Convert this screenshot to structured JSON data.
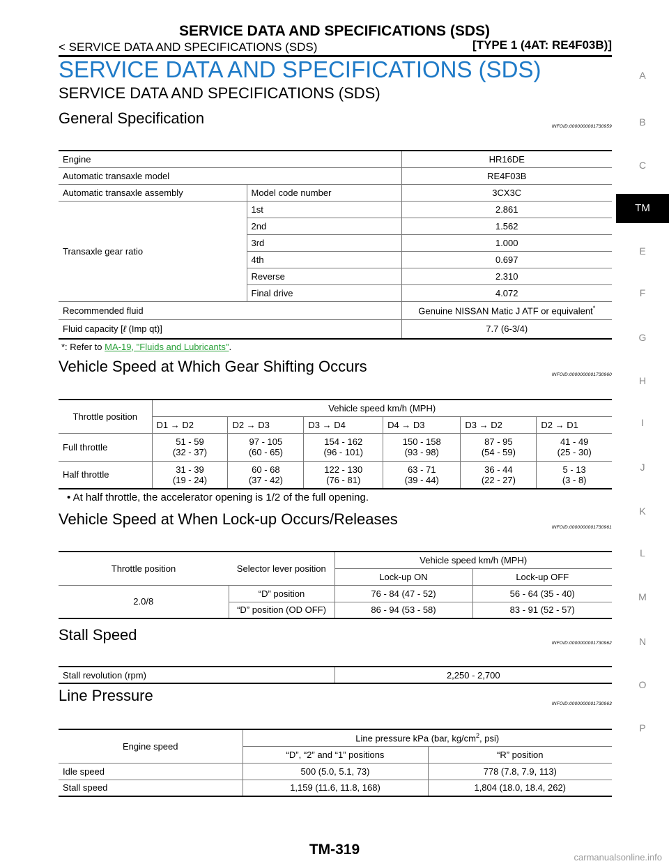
{
  "header": {
    "title": "SERVICE DATA AND SPECIFICATIONS (SDS)",
    "breadcrumb": "< SERVICE DATA AND SPECIFICATIONS (SDS)",
    "type_label": "[TYPE 1 (4AT: RE4F03B)]"
  },
  "page_heading": "SERVICE DATA AND SPECIFICATIONS (SDS)",
  "sub_heading": "SERVICE DATA AND SPECIFICATIONS (SDS)",
  "side_tabs": [
    "A",
    "B",
    "C",
    "TM",
    "E",
    "F",
    "G",
    "H",
    "I",
    "J",
    "K",
    "L",
    "M",
    "N",
    "O",
    "P"
  ],
  "active_tab": "TM",
  "general": {
    "title": "General Specification",
    "infoid": "INFOID:0000000001730959",
    "rows": {
      "engine_label": "Engine",
      "engine": "HR16DE",
      "model_label": "Automatic transaxle model",
      "model": "RE4F03B",
      "assembly_label": "Automatic transaxle assembly",
      "code_label": "Model code number",
      "code": "3CX3C",
      "ratio_label": "Transaxle gear ratio",
      "gears": [
        {
          "gear": "1st",
          "ratio": "2.861"
        },
        {
          "gear": "2nd",
          "ratio": "1.562"
        },
        {
          "gear": "3rd",
          "ratio": "1.000"
        },
        {
          "gear": "4th",
          "ratio": "0.697"
        },
        {
          "gear": "Reverse",
          "ratio": "2.310"
        },
        {
          "gear": "Final drive",
          "ratio": "4.072"
        }
      ],
      "fluid_label": "Recommended fluid",
      "fluid": "Genuine NISSAN Matic J ATF or equivalent",
      "fluid_mark": "*",
      "capacity_label_a": "Fluid capacity [",
      "capacity_unit_symbol": "ℓ",
      "capacity_label_b": " (Imp qt)]",
      "capacity": "7.7 (6-3/4)"
    },
    "note_prefix": "*: Refer to ",
    "note_link": "MA-19, \"Fluids and Lubricants\"",
    "note_suffix": "."
  },
  "shift": {
    "title": "Vehicle Speed at Which Gear Shifting Occurs",
    "infoid": "INFOID:0000000001730960",
    "throttle_header": "Throttle position",
    "speed_header": "Vehicle speed km/h (MPH)",
    "columns": [
      "D1 → D2",
      "D2 → D3",
      "D3 → D4",
      "D4 → D3",
      "D3 → D2",
      "D2 → D1"
    ],
    "rows": [
      {
        "label": "Full throttle",
        "cells": [
          "51 - 59\n(32 - 37)",
          "97 - 105\n(60 - 65)",
          "154 - 162\n(96 - 101)",
          "150 - 158\n(93 - 98)",
          "87 - 95\n(54 - 59)",
          "41 - 49\n(25 - 30)"
        ]
      },
      {
        "label": "Half throttle",
        "cells": [
          "31 - 39\n(19 - 24)",
          "60 - 68\n(37 - 42)",
          "122 - 130\n(76 - 81)",
          "63 - 71\n(39 - 44)",
          "36 - 44\n(22 - 27)",
          "5 - 13\n(3 - 8)"
        ]
      }
    ],
    "bullet": "At half throttle, the accelerator opening is 1/2 of the full opening."
  },
  "lockup": {
    "title": "Vehicle Speed at When Lock-up Occurs/Releases",
    "infoid": "INFOID:0000000001730961",
    "throttle_header": "Throttle position",
    "selector_header": "Selector lever position",
    "speed_header": "Vehicle speed km/h (MPH)",
    "on_header": "Lock-up ON",
    "off_header": "Lock-up OFF",
    "throttle_value": "2.0/8",
    "rows": [
      {
        "selector": "“D” position",
        "on": "76 - 84 (47 - 52)",
        "off": "56 - 64 (35 - 40)"
      },
      {
        "selector": "“D” position (OD OFF)",
        "on": "86 - 94 (53 - 58)",
        "off": "83 - 91 (52 - 57)"
      }
    ]
  },
  "stall": {
    "title": "Stall Speed",
    "infoid": "INFOID:0000000001730962",
    "label": "Stall revolution (rpm)",
    "value": "2,250 - 2,700"
  },
  "line": {
    "title": "Line Pressure",
    "infoid": "INFOID:0000000001730963",
    "engine_header": "Engine speed",
    "pressure_header_a": "Line pressure kPa (bar, kg/cm",
    "pressure_header_sup": "2",
    "pressure_header_b": ", psi)",
    "d21_header": "“D”, “2” and “1” positions",
    "r_header": "“R” position",
    "rows": [
      {
        "label": "Idle speed",
        "d21": "500 (5.0, 5.1, 73)",
        "r": "778 (7.8, 7.9, 113)"
      },
      {
        "label": "Stall speed",
        "d21": "1,159 (11.6, 11.8, 168)",
        "r": "1,804 (18.0, 18.4, 262)"
      }
    ]
  },
  "footer": {
    "page": "TM-319",
    "watermark": "carmanualsonline.info"
  }
}
